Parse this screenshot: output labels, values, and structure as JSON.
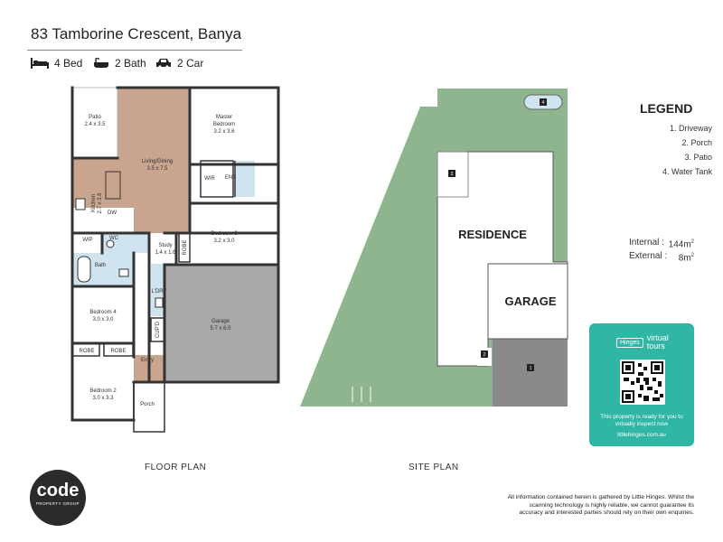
{
  "header": {
    "title": "83 Tamborine Crescent, Banya",
    "beds": "4 Bed",
    "baths": "2 Bath",
    "cars": "2 Car"
  },
  "floor_plan": {
    "label": "FLOOR PLAN",
    "rooms": {
      "patio": "Patio",
      "patio_dim": "2.4 x 3.5",
      "living": "Living/Dining",
      "living_dim": "3.5 x 7.5",
      "master": "Master",
      "master2": "Bedroom",
      "master_dim": "3.2 x 3.6",
      "wir": "WIR",
      "ens": "ENS",
      "kitchen": "Kitchen",
      "kitchen_dim": "2.7 x 3.8",
      "dw": "DW",
      "wip": "WIP",
      "wc": "WC",
      "study": "Study",
      "study_dim": "1.4 x 1.6",
      "robe": "ROBE",
      "bed3": "Bedroom 3",
      "bed3_dim": "3.2 x 3.0",
      "bath": "Bath",
      "ldry": "L'DRY",
      "bed4": "Bedroom 4",
      "bed4_dim": "3.0 x 3.0",
      "cupd": "CUP'D",
      "garage": "Garage",
      "garage_dim": "5.7 x 6.0",
      "robe_a": "ROBE",
      "robe_b": "ROBE",
      "entry": "Entry",
      "bed2": "Bedroom 2",
      "bed2_dim": "3.0 x 3.3",
      "porch": "Porch"
    }
  },
  "site_plan": {
    "label": "SITE PLAN",
    "residence": "RESIDENCE",
    "garage": "GARAGE",
    "markers": [
      "1",
      "2",
      "3",
      "4"
    ]
  },
  "legend": {
    "title": "LEGEND",
    "items": [
      "1. Driveway",
      "2. Porch",
      "3. Patio",
      "4. Water Tank"
    ]
  },
  "areas": {
    "internal_label": "Internal :",
    "internal_value": "144m",
    "external_label": "External :",
    "external_value": "8m",
    "unit_sup": "2"
  },
  "virtual_tours": {
    "brand": "Hinges",
    "name1": "virtual",
    "name2": "tours",
    "text": "This property is ready for you to virtually inspect now",
    "url": "littlehinges.com.au"
  },
  "logo": {
    "word": "code",
    "sub": "PROPERTY GROUP"
  },
  "disclaimer": "All information contained herein is gathered by Little Hinges. Whilst the scanning technology is highly reliable, we cannot guarantee its accuracy and interested parties should rely on their own enquiries.",
  "colors": {
    "lawn": "#8fb58f",
    "timber": "#c9a58f",
    "tile": "#cfe4ef",
    "garage_floor": "#a8a8a8",
    "driveway": "#8a8a8a",
    "teal": "#2fb6a4"
  }
}
